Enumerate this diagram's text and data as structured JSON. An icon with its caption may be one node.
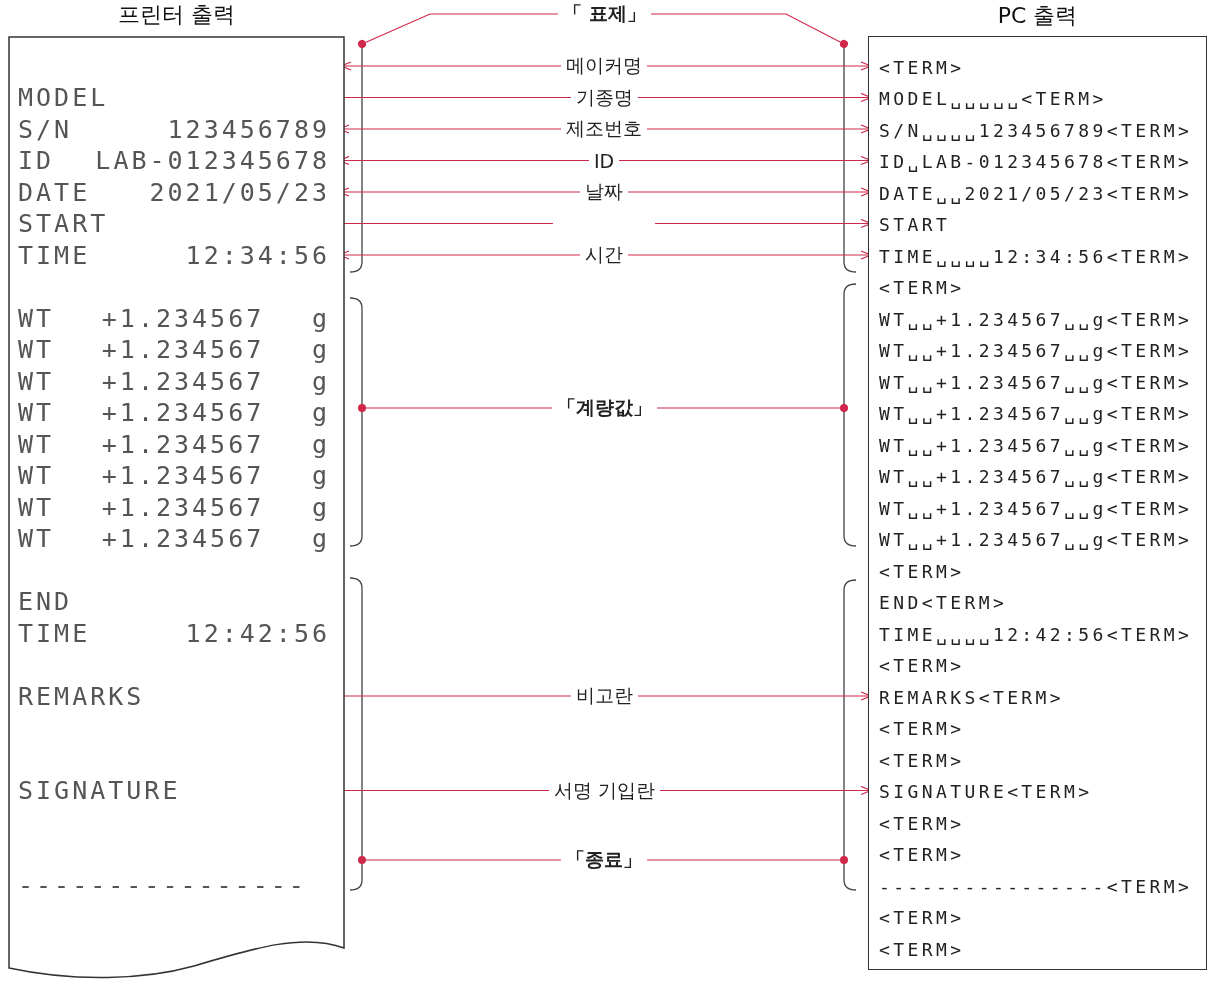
{
  "diagram": {
    "nodes": [
      {
        "text": [
          "프린터 출력"
        ]
      },
      {
        "text": [
          "MODEL"
        ],
        "in": 0
      },
      {
        "text": [
          "S/N",
          "123456789"
        ],
        "in": 0
      },
      {
        "text": [
          "ID",
          "LAB-012345678"
        ],
        "in": 0
      },
      {
        "text": [
          "DATE",
          "2021/05/23"
        ],
        "in": 0
      },
      {
        "text": [
          "START"
        ],
        "in": 0
      },
      {
        "text": [
          "TIME",
          "12:34:56"
        ],
        "in": 0
      },
      {
        "text": [
          "WT",
          "+1.234567",
          "g"
        ],
        "in": 0
      },
      {
        "text": [
          "WT",
          "+1.234567",
          "g"
        ],
        "in": 0
      },
      {
        "text": [
          "WT",
          "+1.234567",
          "g"
        ],
        "in": 0
      },
      {
        "text": [
          "WT",
          "+1.234567",
          "g"
        ],
        "in": 0
      },
      {
        "text": [
          "WT",
          "+1.234567",
          "g"
        ],
        "in": 0
      },
      {
        "text": [
          "WT",
          "+1.234567",
          "g"
        ],
        "in": 0
      },
      {
        "text": [
          "WT",
          "+1.234567",
          "g"
        ],
        "in": 0
      },
      {
        "text": [
          "WT",
          "+1.234567",
          "g"
        ],
        "in": 0
      },
      {
        "text": [
          "END"
        ],
        "in": 0
      },
      {
        "text": [
          "TIME",
          "12:42:56"
        ],
        "in": 0
      },
      {
        "text": [
          "REMARKS"
        ],
        "in": 0
      },
      {
        "text": [
          "SIGNATURE"
        ],
        "in": 0
      },
      {
        "text": [
          "----------------"
        ],
        "in": 0
      },
      {
        "text": [
          "PC 출력"
        ]
      },
      {
        "text": [
          "<TERM>"
        ],
        "in": 20
      },
      {
        "text": [
          "MODEL␣␣␣␣␣<TERM>"
        ],
        "in": 20
      },
      {
        "text": [
          "S/N␣␣␣␣123456789<TERM>"
        ],
        "in": 20
      },
      {
        "text": [
          "ID␣LAB-012345678<TERM>"
        ],
        "in": 20
      },
      {
        "text": [
          "DATE␣␣2021/05/23<TERM>"
        ],
        "in": 20
      },
      {
        "text": [
          "START"
        ],
        "in": 20
      },
      {
        "text": [
          "TIME␣␣␣␣12:34:56<TERM>"
        ],
        "in": 20
      },
      {
        "text": [
          "<TERM>"
        ],
        "in": 20
      },
      {
        "text": [
          "WT␣␣+1.234567␣␣g<TERM>"
        ],
        "in": 20
      },
      {
        "text": [
          "WT␣␣+1.234567␣␣g<TERM>"
        ],
        "in": 20
      },
      {
        "text": [
          "WT␣␣+1.234567␣␣g<TERM>"
        ],
        "in": 20
      },
      {
        "text": [
          "WT␣␣+1.234567␣␣g<TERM>"
        ],
        "in": 20
      },
      {
        "text": [
          "WT␣␣+1.234567␣␣g<TERM>"
        ],
        "in": 20
      },
      {
        "text": [
          "WT␣␣+1.234567␣␣g<TERM>"
        ],
        "in": 20
      },
      {
        "text": [
          "WT␣␣+1.234567␣␣g<TERM>"
        ],
        "in": 20
      },
      {
        "text": [
          "WT␣␣+1.234567␣␣g<TERM>"
        ],
        "in": 20
      },
      {
        "text": [
          "<TERM>"
        ],
        "in": 20
      },
      {
        "text": [
          "END<TERM>"
        ],
        "in": 20
      },
      {
        "text": [
          "TIME␣␣␣␣12:42:56<TERM>"
        ],
        "in": 20
      },
      {
        "text": [
          "<TERM>"
        ],
        "in": 20
      },
      {
        "text": [
          "REMARKS<TERM>"
        ],
        "in": 20
      },
      {
        "text": [
          "<TERM>"
        ],
        "in": 20
      },
      {
        "text": [
          "<TERM>"
        ],
        "in": 20
      },
      {
        "text": [
          "SIGNATURE<TERM>"
        ],
        "in": 20
      },
      {
        "text": [
          "<TERM>"
        ],
        "in": 20
      },
      {
        "text": [
          "<TERM>"
        ],
        "in": 20
      },
      {
        "text": [
          "----------------<TERM>"
        ],
        "in": 20
      },
      {
        "text": [
          "<TERM>"
        ],
        "in": 20
      },
      {
        "text": [
          "<TERM>"
        ],
        "in": 20
      },
      {
        "text": [
          "「 표제」"
        ]
      },
      {
        "text": [
          "메이커명"
        ]
      },
      {
        "text": [
          "기종명"
        ]
      },
      {
        "text": [
          "제조번호"
        ]
      },
      {
        "text": [
          "ID"
        ]
      },
      {
        "text": [
          "날짜"
        ]
      },
      {
        "text": [
          "시간"
        ]
      },
      {
        "text": [
          "「계량값」"
        ]
      },
      {
        "text": [
          "비고란"
        ]
      },
      {
        "text": [
          "서명 기입란"
        ]
      },
      {
        "text": [
          "「종료」"
        ]
      }
    ],
    "edges": [
      {
        "from": 50,
        "to": 0,
        "arrow": "other"
      },
      {
        "from": 50,
        "to": 20,
        "arrow": "other"
      },
      {
        "from": 51,
        "to": 0,
        "arrow": "to"
      },
      {
        "from": 51,
        "to": 21,
        "arrow": "to"
      },
      {
        "from": 52,
        "to": 1,
        "arrow": "to"
      },
      {
        "from": 52,
        "to": 22,
        "arrow": "to"
      },
      {
        "from": 53,
        "to": 2,
        "arrow": "to"
      },
      {
        "from": 53,
        "to": 23,
        "arrow": "to"
      },
      {
        "from": 54,
        "to": 3,
        "arrow": "to"
      },
      {
        "from": 54,
        "to": 24,
        "arrow": "to"
      },
      {
        "from": 55,
        "to": 4,
        "arrow": "to"
      },
      {
        "from": 55,
        "to": 25,
        "arrow": "to"
      },
      {
        "from": null,
        "to": 5,
        "arrow": "to"
      },
      {
        "from": null,
        "to": 26,
        "arrow": "to"
      },
      {
        "from": 56,
        "to": 6,
        "arrow": "to"
      },
      {
        "from": 56,
        "to": 27,
        "arrow": "to"
      },
      {
        "from": 57,
        "to": 0,
        "arrow": "other"
      },
      {
        "from": 57,
        "to": 20,
        "arrow": "other"
      },
      {
        "from": 58,
        "to": 17,
        "arrow": "to"
      },
      {
        "from": 58,
        "to": 41,
        "arrow": "to"
      },
      {
        "from": 59,
        "to": 18,
        "arrow": "to"
      },
      {
        "from": 59,
        "to": 44,
        "arrow": "to"
      },
      {
        "from": 60,
        "to": 0,
        "arrow": "other"
      },
      {
        "from": 60,
        "to": 20,
        "arrow": "other"
      }
    ]
  }
}
